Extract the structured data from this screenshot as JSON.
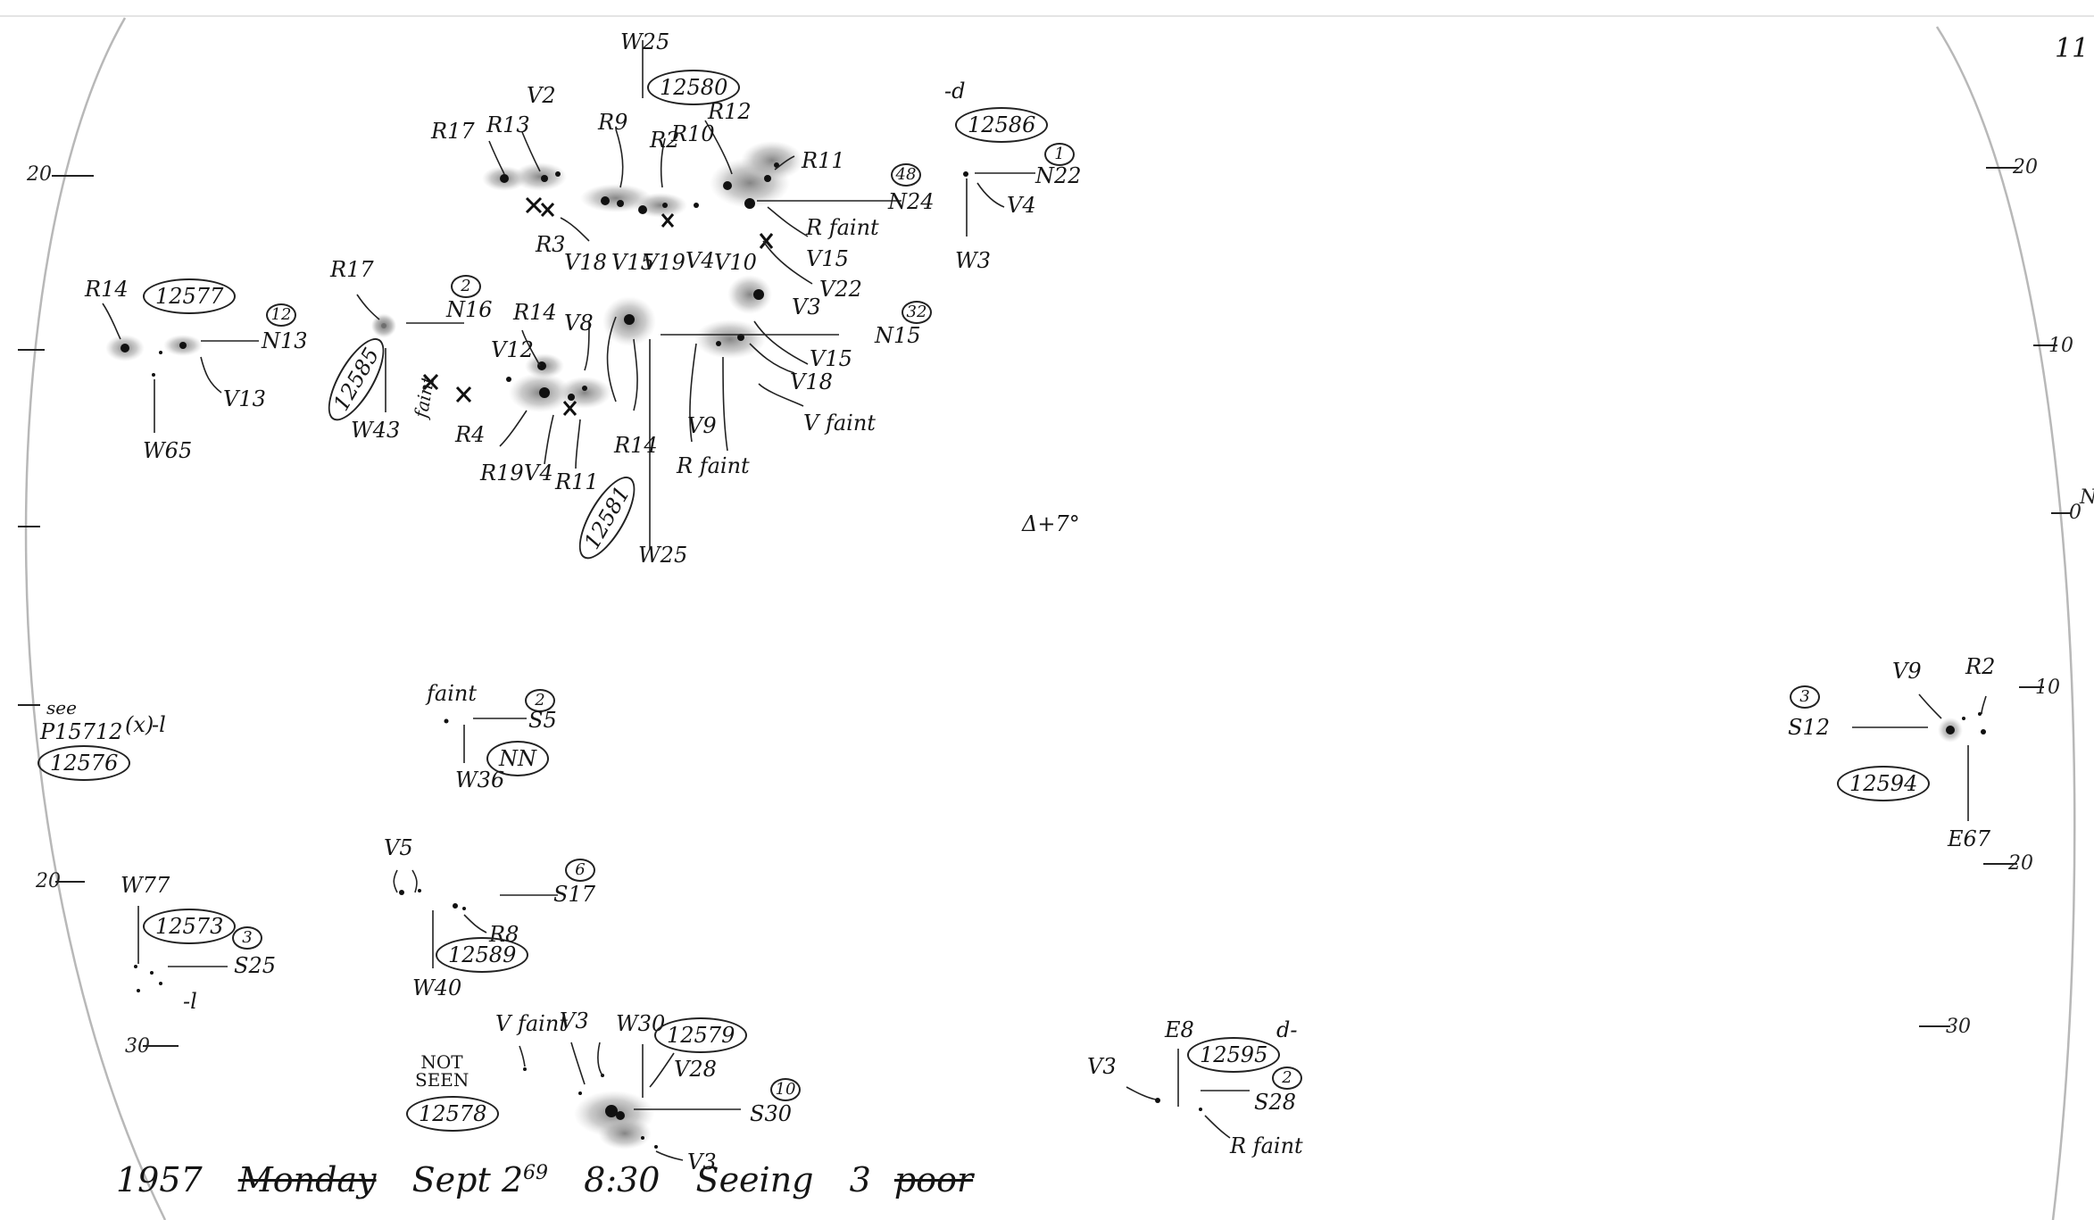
{
  "page_number": "11",
  "footer": {
    "year": "1957",
    "day": "Monday",
    "month_date": "Sept 2",
    "date_superscript": "69",
    "time": "8:30",
    "seeing_label": "Seeing",
    "seeing_value": "3",
    "seeing_note": "poor"
  },
  "center_note": "Δ+7°",
  "limb_ticks": {
    "left": [
      "20",
      "",
      "",
      "",
      "20",
      "30"
    ],
    "right": [
      "20",
      "10",
      "0",
      "10",
      "20",
      "30"
    ],
    "right_edge_letter": "N"
  },
  "groups": [
    {
      "number": "12580",
      "top_coord": "W25",
      "bottom_coord": "W25",
      "count_top": "48",
      "count_lower": "32",
      "lat_upper": "N24",
      "lat_lower": "N15",
      "labels": [
        "R17",
        "R13",
        "V2",
        "R9",
        "R2",
        "R10",
        "R12",
        "R11",
        "R faint",
        "V15",
        "V22",
        "V18",
        "V15",
        "V19",
        "V4",
        "V10",
        "R3",
        "V3",
        "V15",
        "V18",
        "V faint",
        "V9",
        "R faint",
        "R14",
        "V8",
        "V12",
        "R4",
        "R19",
        "V4",
        "R11",
        "R14"
      ]
    },
    {
      "number": "12581",
      "coord": "W25"
    },
    {
      "number": "12586",
      "note": "-d",
      "count": "1",
      "lat": "N22",
      "coord": "W3",
      "labels": [
        "V4"
      ]
    },
    {
      "number": "12577",
      "count": "12",
      "lat": "N13",
      "coord": "W65",
      "labels": [
        "R14",
        "V13"
      ]
    },
    {
      "number": "12585",
      "count": "2",
      "lat": "N16",
      "coord": "W43",
      "labels": [
        "R17",
        "faint"
      ]
    },
    {
      "number": "12576",
      "note": "-l",
      "ref": "P15712",
      "ref_prefix": "see",
      "ref_mark": "(x)"
    },
    {
      "number": "NN",
      "count": "2",
      "lat": "S5",
      "coord": "W36",
      "labels": [
        "faint"
      ]
    },
    {
      "number": "12589",
      "count": "6",
      "lat": "S17",
      "coord": "W40",
      "labels": [
        "V5",
        "R8"
      ]
    },
    {
      "number": "12573",
      "count": "3",
      "lat": "S25",
      "coord": "W77",
      "note": "-l"
    },
    {
      "number": "12578",
      "status": "NOT SEEN"
    },
    {
      "number": "12579",
      "count": "10",
      "lat": "S30",
      "coord": "W30",
      "labels": [
        "V faint",
        "V3",
        "V28",
        "V3"
      ]
    },
    {
      "number": "12595",
      "note": "d-",
      "count": "2",
      "lat": "S28",
      "coord": "E8",
      "labels": [
        "V3",
        "R faint"
      ]
    },
    {
      "number": "12594",
      "count": "3",
      "lat": "S12",
      "coord": "E67",
      "labels": [
        "V9",
        "R2"
      ]
    }
  ],
  "colors": {
    "ink": "#161616",
    "limb": "#b8b8b8",
    "spot_umbra": "#111111",
    "penumbra": "#9a9a9a"
  }
}
